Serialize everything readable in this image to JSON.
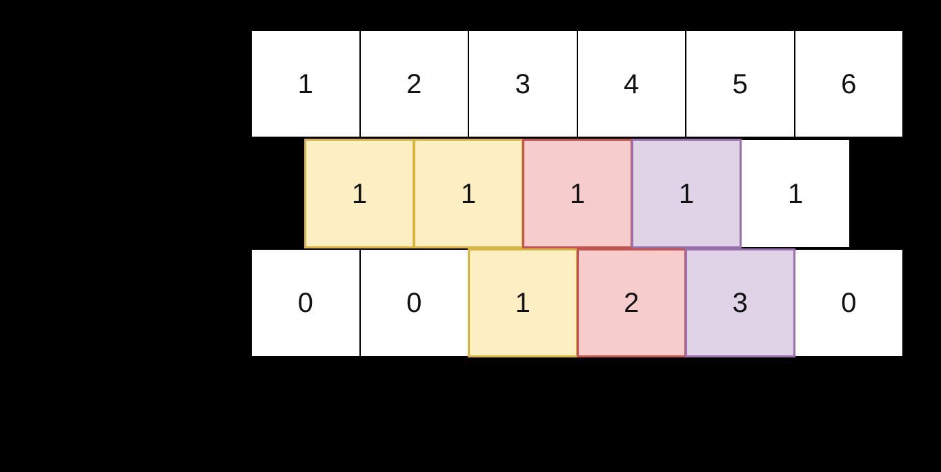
{
  "page": {
    "background": "#000000",
    "title": "sliding-window array diagram"
  },
  "palette": {
    "white_fill": "#ffffff",
    "black_stroke": "#000000",
    "yellow_fill": "#fdefc4",
    "yellow_stroke": "#d9b443",
    "pink_fill": "#f7cccc",
    "pink_stroke": "#c4524f",
    "purple_fill": "#e0d3e8",
    "purple_stroke": "#9a6fae",
    "text_color": "#111111"
  },
  "chart_data": {
    "type": "table",
    "title": "",
    "rows": [
      {
        "name": "index-row",
        "offset_cells": 0,
        "cells": [
          {
            "value": "1",
            "style": "plain"
          },
          {
            "value": "2",
            "style": "plain"
          },
          {
            "value": "3",
            "style": "plain"
          },
          {
            "value": "4",
            "style": "plain"
          },
          {
            "value": "5",
            "style": "plain"
          },
          {
            "value": "6",
            "style": "plain"
          }
        ]
      },
      {
        "name": "window-row",
        "offset_cells": 0.5,
        "cells": [
          {
            "value": "1",
            "style": "yellow"
          },
          {
            "value": "1",
            "style": "yellow"
          },
          {
            "value": "1",
            "style": "pink"
          },
          {
            "value": "1",
            "style": "purple"
          },
          {
            "value": "1",
            "style": "plain"
          }
        ]
      },
      {
        "name": "result-row",
        "offset_cells": 0,
        "cells": [
          {
            "value": "0",
            "style": "plain"
          },
          {
            "value": "0",
            "style": "plain"
          },
          {
            "value": "1",
            "style": "yellow"
          },
          {
            "value": "2",
            "style": "pink"
          },
          {
            "value": "3",
            "style": "purple"
          },
          {
            "value": "0",
            "style": "plain"
          }
        ]
      }
    ]
  }
}
